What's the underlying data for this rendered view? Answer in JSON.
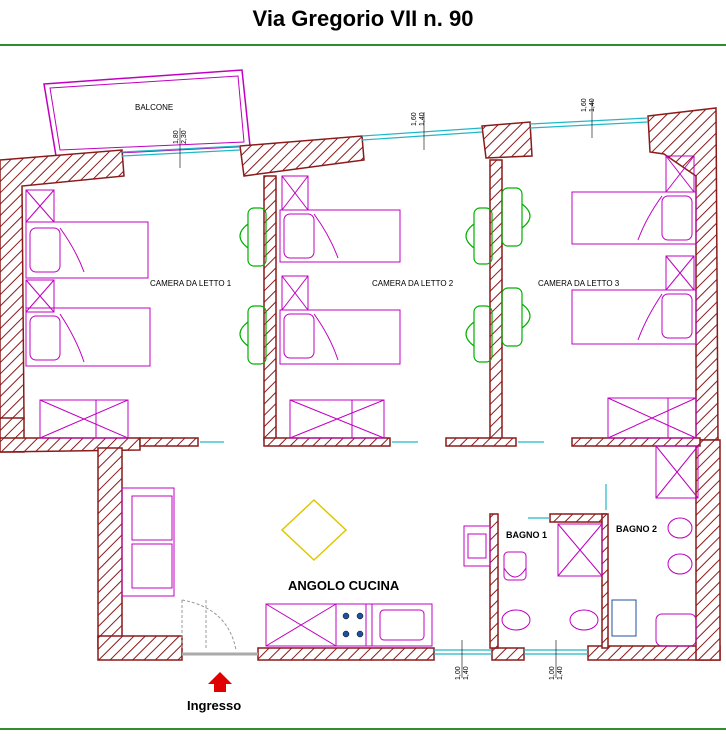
{
  "title": "Via Gregorio VII n. 90",
  "colors": {
    "wall": "#8b1a1a",
    "furniture": "#c000c0",
    "chairs": "#00b000",
    "window": "#20b8c8",
    "accent_rule": "#2f8f2f",
    "entrance_arrow": "#e00000"
  },
  "rooms": {
    "balcone": "BALCONE",
    "camera1": "CAMERA DA LETTO 1",
    "camera2": "CAMERA DA LETTO 2",
    "camera3": "CAMERA DA LETTO 3",
    "bagno1": "BAGNO 1",
    "bagno2": "BAGNO 2",
    "cucina": "ANGOLO CUCINA"
  },
  "entrance": {
    "label": "Ingresso",
    "icon": "arrow-up-icon"
  },
  "dimensions": {
    "window_balcone": [
      "1,80",
      "2,30"
    ],
    "window_mid": [
      "1,60",
      "1,40"
    ],
    "window_right": [
      "1,60",
      "1,40"
    ],
    "window_bottom_1": [
      "1,00",
      "1,40"
    ],
    "window_bottom_2": [
      "1,00",
      "1,40"
    ]
  }
}
